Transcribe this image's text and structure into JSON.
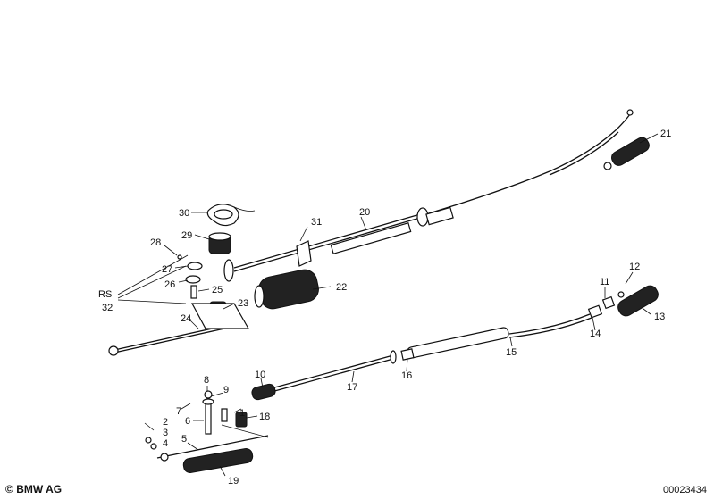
{
  "brand": "BMW AG",
  "document_number": "00023434",
  "callouts": [
    "1",
    "2",
    "3",
    "4",
    "5",
    "6",
    "7",
    "8",
    "9",
    "10",
    "11",
    "12",
    "13",
    "14",
    "15",
    "16",
    "17",
    "18",
    "19",
    "20",
    "21",
    "22",
    "23",
    "24",
    "25",
    "26",
    "27",
    "28",
    "29",
    "30",
    "31",
    "RS",
    "32"
  ]
}
